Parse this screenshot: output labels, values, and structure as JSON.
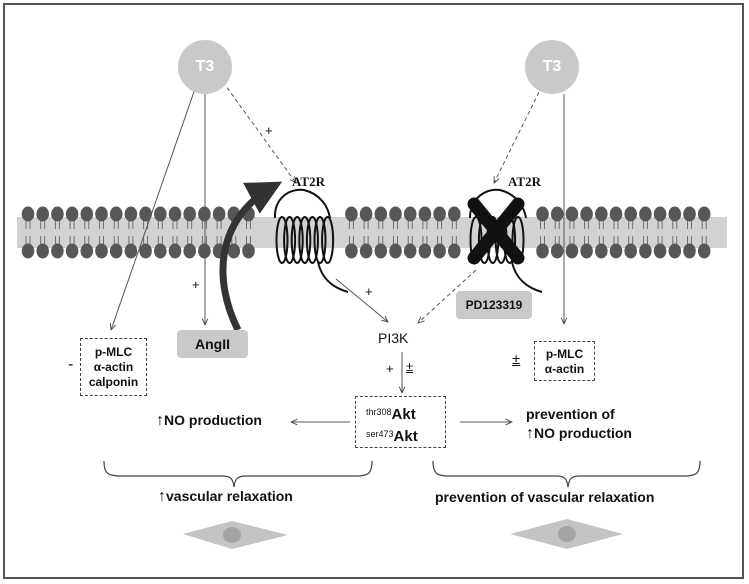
{
  "t3_left": "T3",
  "t3_right": "T3",
  "receptor_left": "AT2R",
  "receptor_right": "AT2R",
  "plus_t3_at2r": "+",
  "plus_angii": "+",
  "plus_at2r_pi3k": "+",
  "angii": "AngII",
  "pd": "PD123319",
  "pi3k": "PI3K",
  "pi3k_signs": {
    "plus": "+",
    "pm": "±"
  },
  "left_box": {
    "sign": "-",
    "lines": [
      "p-MLC",
      "α-actin",
      "calponin"
    ]
  },
  "right_box": {
    "sign": "±",
    "lines": [
      "p-MLC",
      "α-actin"
    ]
  },
  "akt": {
    "l1_sup": "thr308",
    "l1_main": "Akt",
    "l2_sup": "ser473",
    "l2_main": "Akt"
  },
  "no_left": {
    "arrow": "↑",
    "text": "NO production"
  },
  "no_right": {
    "line1": "prevention of",
    "arrow": "↑",
    "line2": "NO production"
  },
  "outcome_left": {
    "arrow": "↑",
    "text": "vascular relaxation"
  },
  "outcome_right": "prevention of vascular relaxation",
  "colors": {
    "membrane_head": "#575757",
    "membrane_band": "#d2d2d2",
    "node_gray": "#c9c9c9",
    "cell": "#c4c4c4",
    "cell_nucleus": "#a4a4a4"
  }
}
